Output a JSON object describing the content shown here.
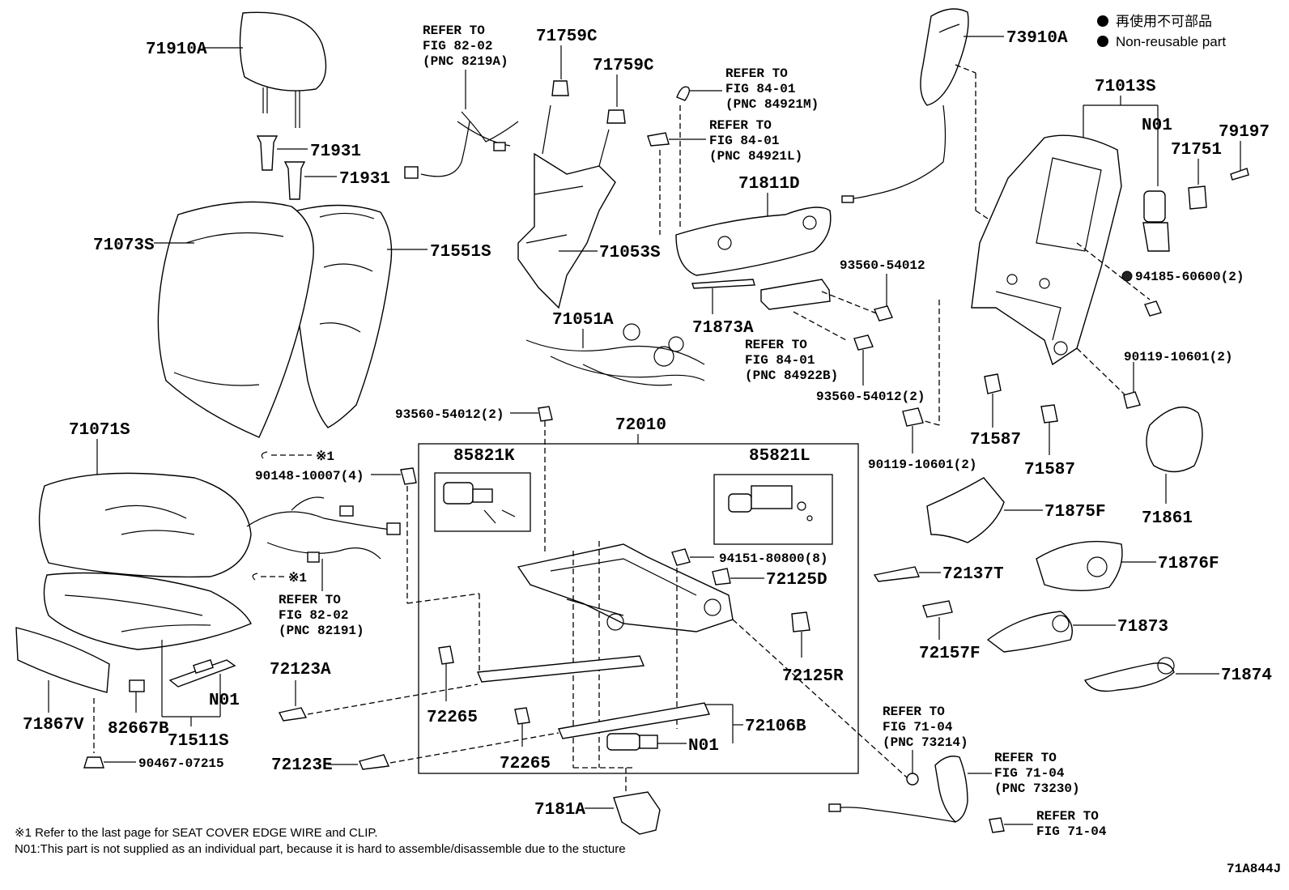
{
  "legend": {
    "jp": "再使用不可部品",
    "en": "Non-reusable part"
  },
  "parts": {
    "p71910A": "71910A",
    "p71931a": "71931",
    "p71931b": "71931",
    "p71073S": "71073S",
    "p71551S": "71551S",
    "p71071S": "71071S",
    "p71867V": "71867V",
    "p82667B": "82667B",
    "p71511S": "71511S",
    "p90467": "90467-07215",
    "pN01a": "N01",
    "p71759Ca": "71759C",
    "p71759Cb": "71759C",
    "p71053S": "71053S",
    "p71051A": "71051A",
    "p71811D": "71811D",
    "p71873A": "71873A",
    "p93560a": "93560-54012",
    "p93560b": "93560-54012(2)",
    "p93560c": "93560-54012(2)",
    "p73910A": "73910A",
    "p71013S": "71013S",
    "pN01b": "N01",
    "p71751": "71751",
    "p79197": "79197",
    "p94185": "94185-60600(2)",
    "p90119a": "90119-10601(2)",
    "p90119b": "90119-10601(2)",
    "p71587a": "71587",
    "p71587b": "71587",
    "p71861": "71861",
    "p71875F": "71875F",
    "p71876F": "71876F",
    "p72137T": "72137T",
    "p72157F": "72157F",
    "p71873": "71873",
    "p71874": "71874",
    "p72010": "72010",
    "p85821K": "85821K",
    "p85821L": "85821L",
    "p94151": "94151-80800(8)",
    "p72125D": "72125D",
    "p72125R": "72125R",
    "p72123A": "72123A",
    "p72123E": "72123E",
    "p72265a": "72265",
    "p72265b": "72265",
    "p72106B": "72106B",
    "pN01c": "N01",
    "p7181A": "7181A",
    "p90148": "90148-10007(4)",
    "x1a": "※1",
    "x1b": "※1"
  },
  "refs": {
    "r1": [
      "REFER TO",
      "FIG 82-02",
      "(PNC 8219A)"
    ],
    "r2": [
      "REFER TO",
      "FIG 84-01",
      "(PNC 84921M)"
    ],
    "r3": [
      "REFER TO",
      "FIG 84-01",
      "(PNC 84921L)"
    ],
    "r4": [
      "REFER TO",
      "FIG 84-01",
      "(PNC 84922B)"
    ],
    "r5": [
      "REFER TO",
      "FIG 82-02",
      "(PNC 82191)"
    ],
    "r6": [
      "REFER TO",
      "FIG 71-04",
      "(PNC 73214)"
    ],
    "r7": [
      "REFER TO",
      "FIG 71-04",
      "(PNC 73230)"
    ],
    "r8": [
      "REFER TO",
      "FIG 71-04"
    ]
  },
  "notes": {
    "n1": "※1 Refer to the last page for SEAT COVER EDGE WIRE and CLIP.",
    "n2": "N01:This part is not supplied as an individual part, because it is hard to assemble/disassemble due to the stucture"
  },
  "figure_id": "71A844J"
}
